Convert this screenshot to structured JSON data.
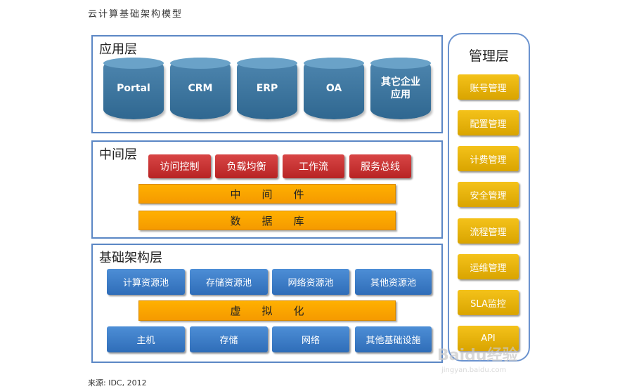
{
  "title": "云计算基础架构模型",
  "application_layer": {
    "label": "应用层",
    "items": [
      "Portal",
      "CRM",
      "ERP",
      "OA",
      "其它企业\n应用"
    ]
  },
  "middle_layer": {
    "label": "中间层",
    "items": [
      "访问控制",
      "负载均衡",
      "工作流",
      "服务总线"
    ],
    "middleware": "中　　间　　件",
    "database": "数　　据　　库"
  },
  "infrastructure_layer": {
    "label": "基础架构层",
    "pools": [
      "计算资源池",
      "存储资源池",
      "网络资源池",
      "其他资源池"
    ],
    "virtualization": "虚　　拟　　化",
    "hardware": [
      "主机",
      "存储",
      "网络",
      "其他基础设施"
    ]
  },
  "management_layer": {
    "label": "管理层",
    "items": [
      "账号管理",
      "配置管理",
      "计费管理",
      "安全管理",
      "流程管理",
      "运维管理",
      "SLA监控",
      "API"
    ]
  },
  "source": "来源: IDC, 2012",
  "watermark": {
    "line1": "Baidu经验",
    "line2": "jingyan.baidu.com"
  },
  "colors": {
    "border": "#5b87c5",
    "cylinder": "#3a739c",
    "red": "#c83030",
    "orange": "#ffaa00",
    "blue": "#3a7cc6",
    "gold": "#e5b00a"
  }
}
